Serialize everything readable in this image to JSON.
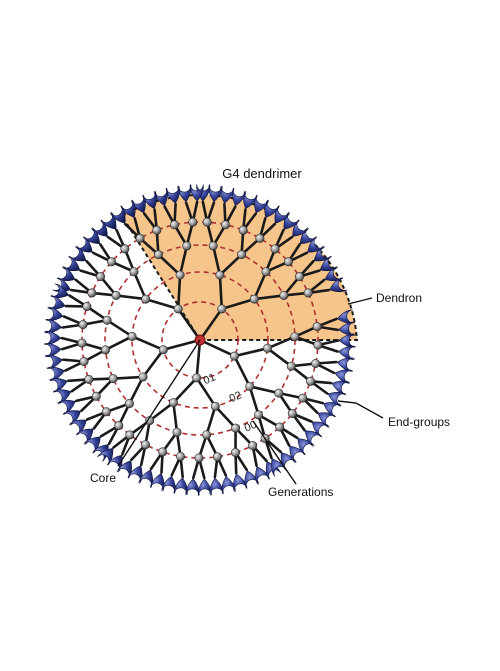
{
  "diagram": {
    "title": "G4 dendrimer",
    "labels": {
      "dendron": "Dendron",
      "end_groups": "End-groups",
      "core": "Core",
      "generations": "Generations"
    },
    "generation_ring_labels": [
      "01",
      "02",
      "00"
    ],
    "colors": {
      "bond": "#1a1a1a",
      "atom": "#8e8e8e",
      "end_group": "#2e3a86",
      "dendron_fill": "#f5c58c",
      "ring": "#b03030",
      "core": "#c22f2f"
    }
  }
}
